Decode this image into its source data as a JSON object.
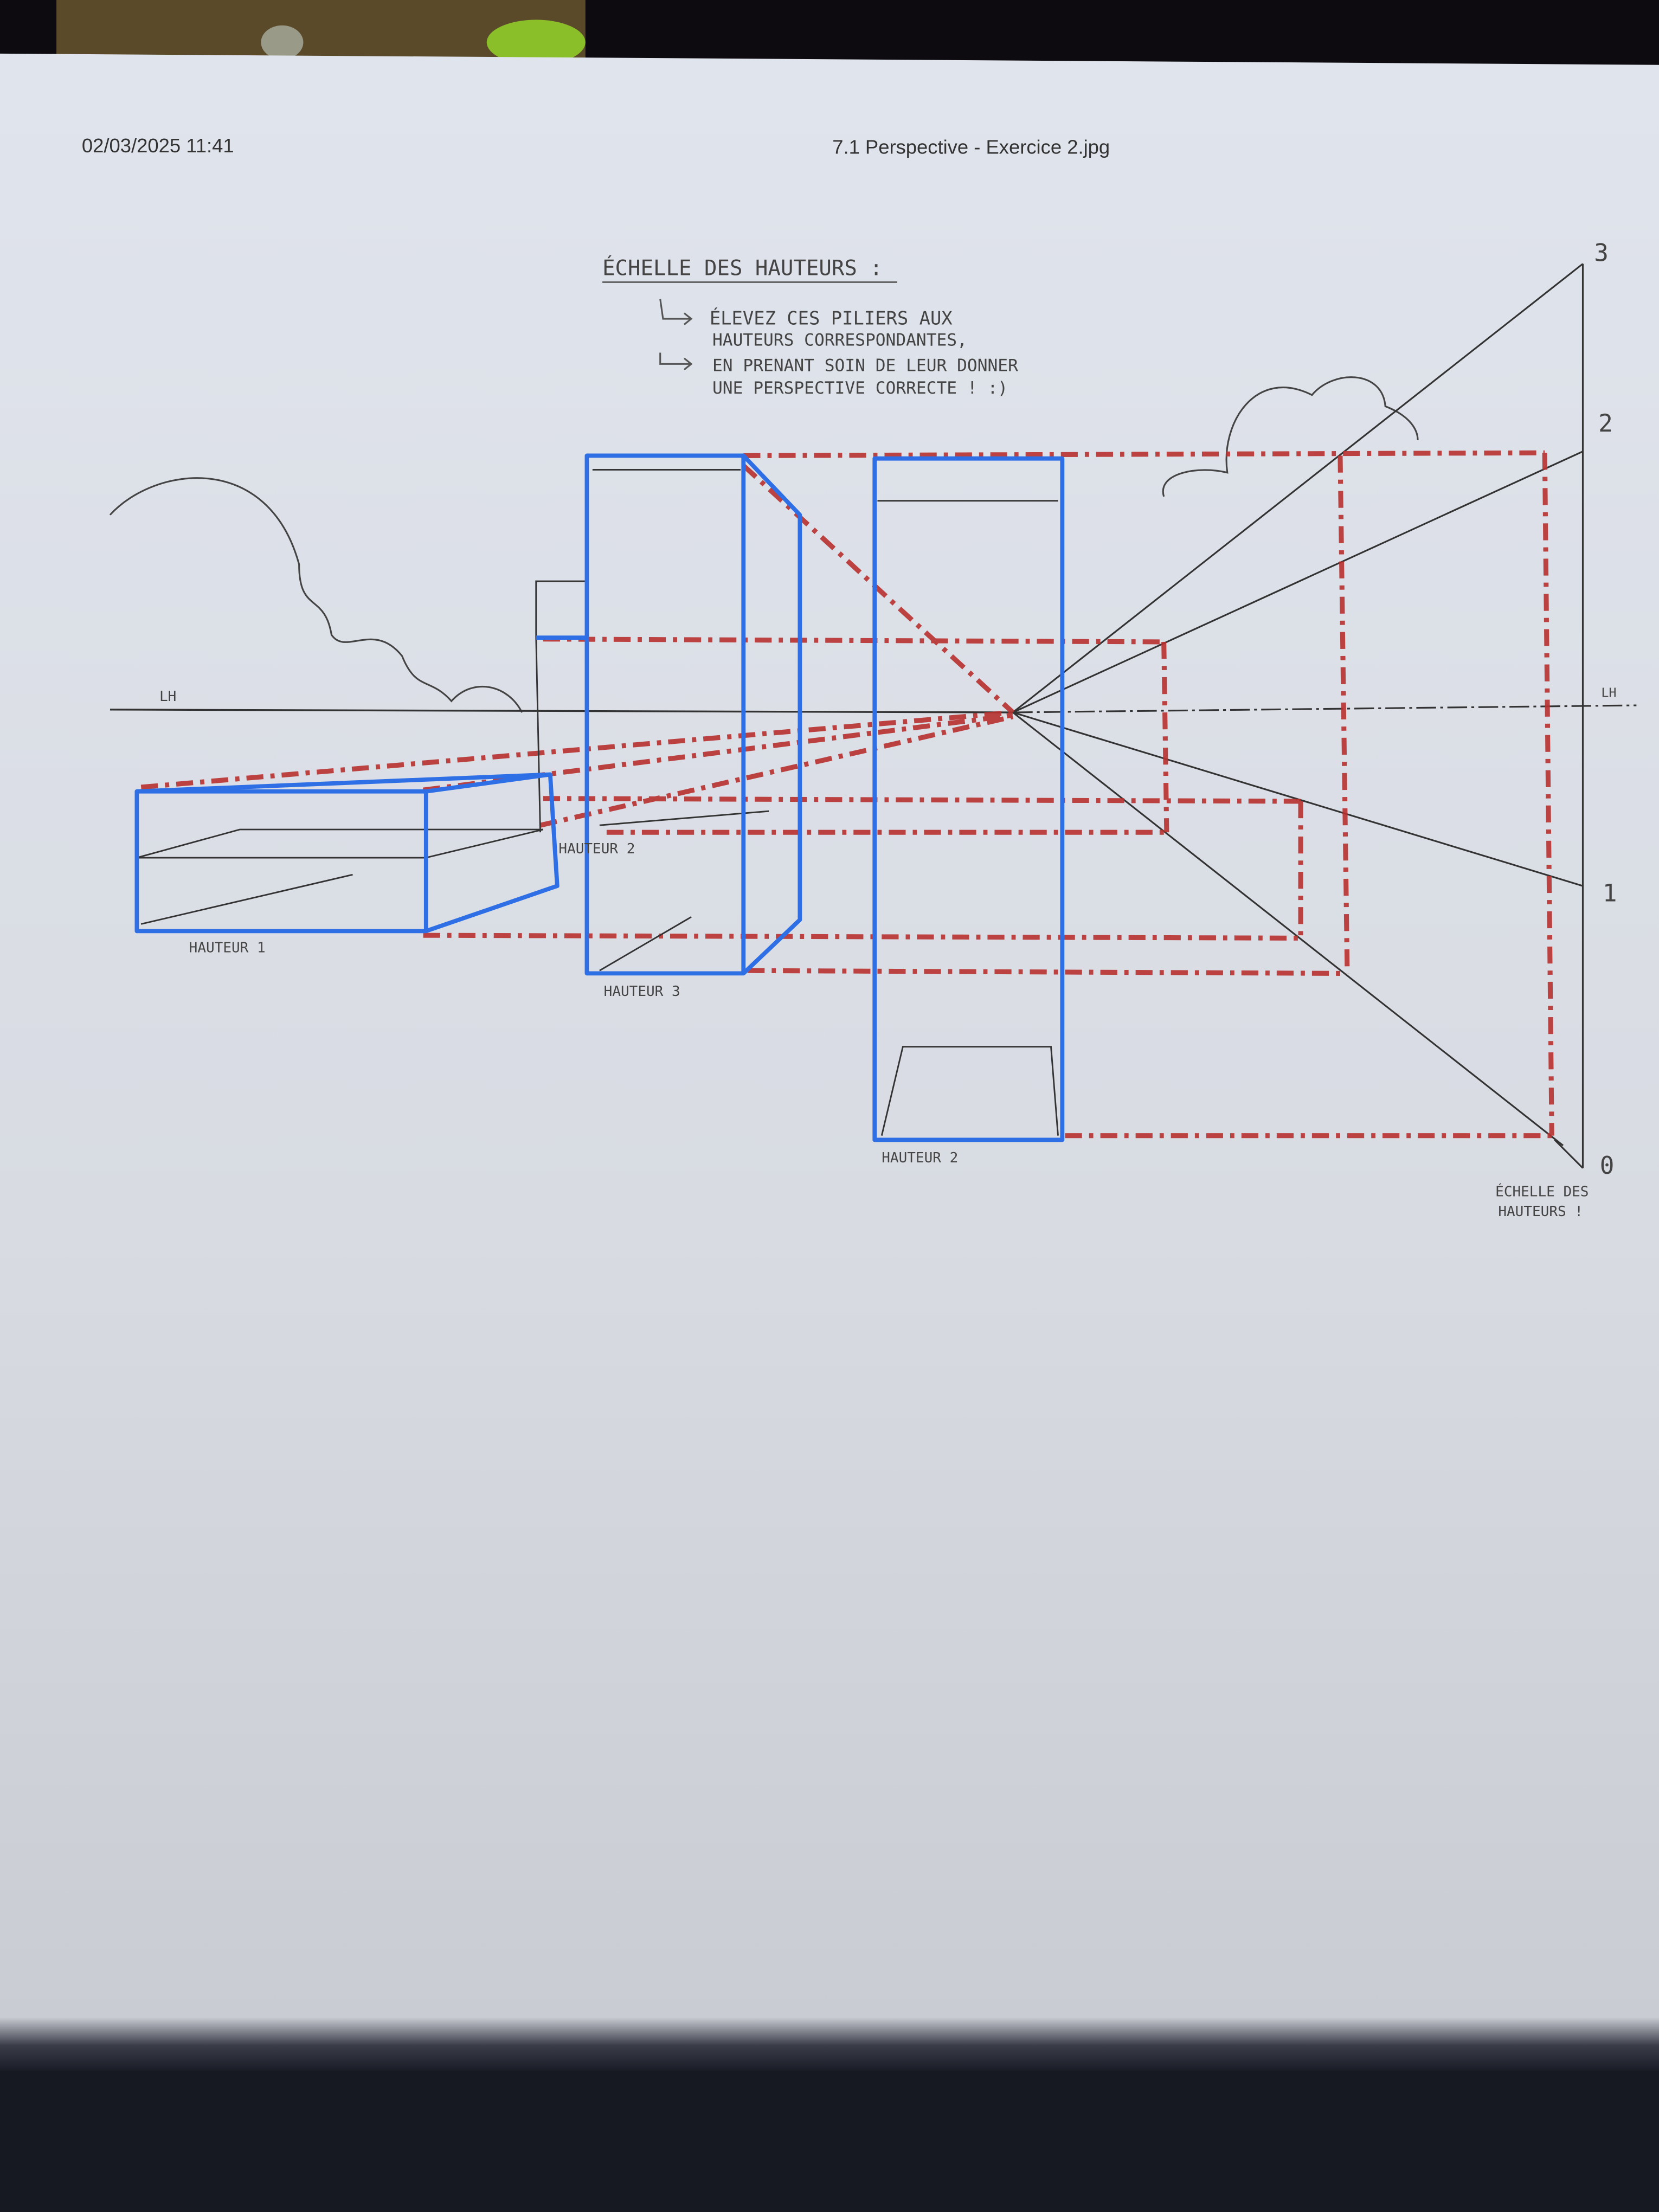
{
  "header": {
    "datetime": "02/03/2025 11:41",
    "filename": "7.1 Perspective - Exercice 2.jpg"
  },
  "instructions": {
    "title": "ÉCHELLE DES HAUTEURS :",
    "line1": "ÉLEVEZ CES PILIERS AUX",
    "line2": "HAUTEURS CORRESPONDANTES,",
    "line3": "EN PRENANT SOIN DE LEUR DONNER",
    "line4": "UNE PERSPECTIVE CORRECTE ! :)"
  },
  "horizon": {
    "label_left": "LH",
    "label_right": "LH"
  },
  "scale": {
    "ticks": [
      "3",
      "2",
      "1",
      "0"
    ],
    "caption1": "ÉCHELLE DES",
    "caption2": "HAUTEURS !"
  },
  "pillars": {
    "label_h1": "HAUTEUR 1",
    "label_h2_back": "HAUTEUR 2",
    "label_h3": "HAUTEUR 3",
    "label_h2_front": "HAUTEUR 2"
  },
  "colors": {
    "red": "#b8312f",
    "blue": "#2f6fe6",
    "pencil": "#333333",
    "paper": "#dfe2e8"
  }
}
